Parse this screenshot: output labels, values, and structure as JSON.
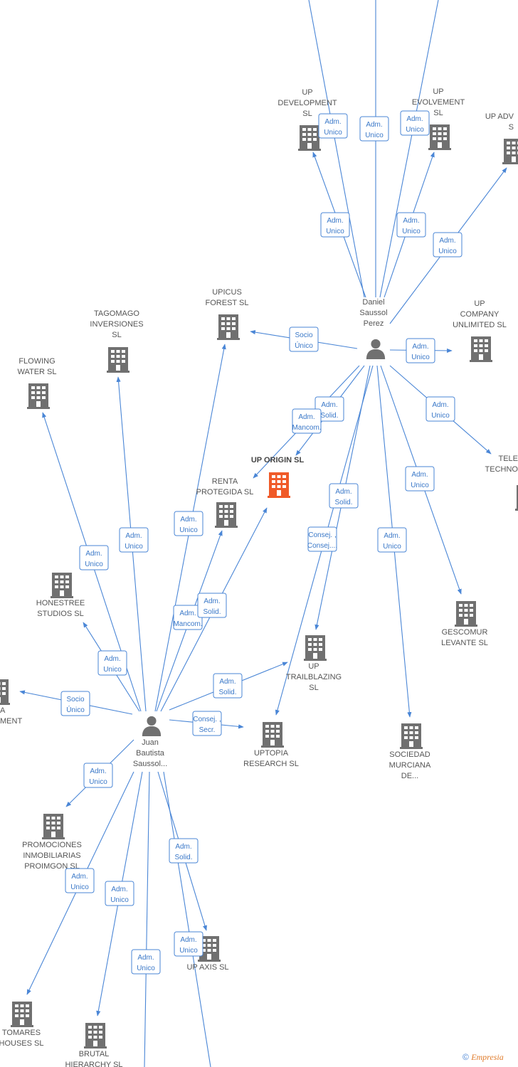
{
  "nodes": [
    {
      "id": "daniel",
      "type": "person",
      "label": [
        "Daniel",
        "Saussol",
        "Perez"
      ]
    },
    {
      "id": "juan",
      "type": "person",
      "label": [
        "Juan",
        "Bautista",
        "Saussol..."
      ]
    },
    {
      "id": "up_origin",
      "type": "company",
      "focus": true,
      "label": [
        "UP ORIGIN  SL"
      ]
    },
    {
      "id": "up_development",
      "type": "company",
      "label": [
        "UP",
        "DEVELOPMENT",
        "SL"
      ]
    },
    {
      "id": "up_evolvement",
      "type": "company",
      "label": [
        "UP",
        "EVOLVEMENT",
        "SL"
      ]
    },
    {
      "id": "up_adv",
      "type": "company",
      "label": [
        "UP ADV",
        "S"
      ]
    },
    {
      "id": "up_company_unlimited",
      "type": "company",
      "label": [
        "UP",
        "COMPANY",
        "UNLIMITED  SL"
      ]
    },
    {
      "id": "tele_techno",
      "type": "company",
      "label": [
        "TELE",
        "TECHNO"
      ]
    },
    {
      "id": "upicus_forest",
      "type": "company",
      "label": [
        "UPICUS",
        "FOREST  SL"
      ]
    },
    {
      "id": "tagomago",
      "type": "company",
      "label": [
        "TAGOMAGO",
        "INVERSIONES",
        "SL"
      ]
    },
    {
      "id": "flowing_water",
      "type": "company",
      "label": [
        "FLOWING",
        "WATER  SL"
      ]
    },
    {
      "id": "renta_protegida",
      "type": "company",
      "label": [
        "RENTA",
        "PROTEGIDA SL"
      ]
    },
    {
      "id": "honestree",
      "type": "company",
      "label": [
        "HONESTREE",
        "STUDIOS  SL"
      ]
    },
    {
      "id": "gescomur",
      "type": "company",
      "label": [
        "GESCOMUR",
        "LEVANTE SL"
      ]
    },
    {
      "id": "up_trailblazing",
      "type": "company",
      "label": [
        "UP",
        "TRAILBLAZING",
        "SL"
      ]
    },
    {
      "id": "uptopia",
      "type": "company",
      "label": [
        "UPTOPIA",
        "RESEARCH  SL"
      ]
    },
    {
      "id": "sociedad_murciana",
      "type": "company",
      "label": [
        "SOCIEDAD",
        "MURCIANA",
        "DE..."
      ]
    },
    {
      "id": "a_ment",
      "type": "company",
      "label": [
        "A",
        "MENT"
      ]
    },
    {
      "id": "promociones",
      "type": "company",
      "label": [
        "PROMOCIONES",
        "INMOBILIARIAS",
        "PROIMGON SL"
      ]
    },
    {
      "id": "up_axis",
      "type": "company",
      "label": [
        "UP AXIS  SL"
      ]
    },
    {
      "id": "tomares",
      "type": "company",
      "label": [
        "TOMARES",
        "HOUSES  SL"
      ]
    },
    {
      "id": "brutal",
      "type": "company",
      "label": [
        "BRUTAL",
        "HIERARCHY  SL"
      ]
    }
  ],
  "edges": [
    {
      "from": "daniel",
      "to": "up_development",
      "label": [
        "Adm.",
        "Unico"
      ]
    },
    {
      "from": "daniel",
      "to": "up_evolvement",
      "label": [
        "Adm.",
        "Unico"
      ]
    },
    {
      "from": "daniel",
      "to": "up_adv",
      "label": [
        "Adm.",
        "Unico"
      ]
    },
    {
      "from": "daniel",
      "to": "off_top_1",
      "label": [
        "Adm.",
        "Unico"
      ]
    },
    {
      "from": "daniel",
      "to": "off_top_2",
      "label": [
        "Adm.",
        "Unico"
      ]
    },
    {
      "from": "daniel",
      "to": "off_top_3",
      "label": [
        "Adm.",
        "Unico"
      ]
    },
    {
      "from": "daniel",
      "to": "upicus_forest",
      "label": [
        "Socio",
        "Único"
      ]
    },
    {
      "from": "daniel",
      "to": "up_company_unlimited",
      "label": [
        "Adm.",
        "Unico"
      ]
    },
    {
      "from": "daniel",
      "to": "tele_techno",
      "label": [
        "Adm.",
        "Unico"
      ]
    },
    {
      "from": "daniel",
      "to": "up_origin",
      "label": [
        "Adm.",
        "Solid."
      ]
    },
    {
      "from": "daniel",
      "to": "up_origin",
      "label": [
        "Adm.",
        "Mancom."
      ]
    },
    {
      "from": "daniel",
      "to": "up_trailblazing",
      "label": [
        "Adm.",
        "Solid."
      ]
    },
    {
      "from": "daniel",
      "to": "uptopia",
      "label": [
        "Consej. ,",
        "Consej...."
      ]
    },
    {
      "from": "daniel",
      "to": "sociedad_murciana",
      "label": [
        "Adm.",
        "Unico"
      ]
    },
    {
      "from": "daniel",
      "to": "gescomur",
      "label": [
        "Adm.",
        "Unico"
      ]
    },
    {
      "from": "juan",
      "to": "upicus_forest",
      "label": [
        "Adm.",
        "Unico"
      ]
    },
    {
      "from": "juan",
      "to": "tagomago",
      "label": [
        "Adm.",
        "Unico"
      ]
    },
    {
      "from": "juan",
      "to": "flowing_water",
      "label": [
        "Adm.",
        "Unico"
      ]
    },
    {
      "from": "juan",
      "to": "renta_protegida",
      "label": [
        "Adm.",
        "Mancom."
      ]
    },
    {
      "from": "juan",
      "to": "up_origin",
      "label": [
        "Adm.",
        "Solid."
      ]
    },
    {
      "from": "juan",
      "to": "honestree",
      "label": [
        "Adm.",
        "Unico"
      ]
    },
    {
      "from": "juan",
      "to": "a_ment",
      "label": [
        "Socio",
        "Único"
      ]
    },
    {
      "from": "juan",
      "to": "up_trailblazing",
      "label": [
        "Adm.",
        "Solid."
      ]
    },
    {
      "from": "juan",
      "to": "uptopia",
      "label": [
        "Consej. ,",
        "Secr."
      ]
    },
    {
      "from": "juan",
      "to": "promociones",
      "label": [
        "Adm.",
        "Unico"
      ]
    },
    {
      "from": "juan",
      "to": "tomares",
      "label": [
        "Adm.",
        "Unico"
      ]
    },
    {
      "from": "juan",
      "to": "brutal",
      "label": [
        "Adm.",
        "Unico"
      ]
    },
    {
      "from": "juan",
      "to": "off_bottom_1",
      "label": [
        "Adm.",
        "Unico"
      ]
    },
    {
      "from": "juan",
      "to": "up_axis",
      "label": [
        "Adm.",
        "Solid."
      ]
    },
    {
      "from": "juan",
      "to": "off_bottom_2",
      "label": [
        "Adm.",
        "Unico"
      ]
    }
  ],
  "colors": {
    "edge": "#4a86d6",
    "company": "#707070",
    "focus_company": "#f05a28",
    "person": "#707070",
    "brand": "#e07b2a"
  },
  "footer": {
    "symbol": "©",
    "brand": "Empresia"
  }
}
